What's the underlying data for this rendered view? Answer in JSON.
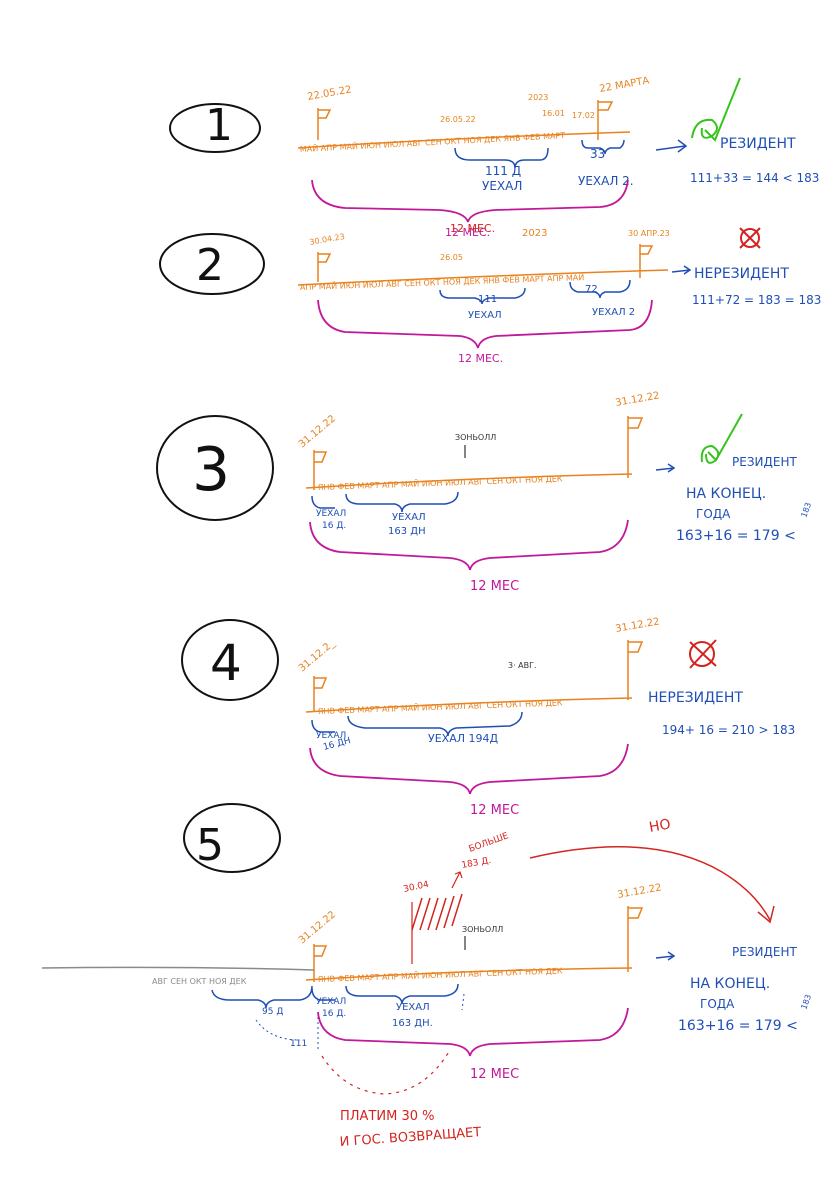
{
  "colors": {
    "orange": "#e8821e",
    "blue": "#1f4fb4",
    "pink": "#c2189a",
    "green": "#35c41c",
    "red": "#d4241f",
    "black": "#111111",
    "grey": "#8a8a8a"
  },
  "scenarios": [
    {
      "number": "1",
      "start_date": "22.05.22",
      "end_date": "22 МАРТА",
      "mid_date_1": "26.05.22",
      "year_label": "2023",
      "mid_date_2": "16.01",
      "mid_date_3": "17.02",
      "months": "МАЙ АПР МАЙ ИЮН ИЮЛ АВГ СЕН ОКТ НОЯ ДЕК ЯНВ ФЕВ МАРТ",
      "absence_1_days": "111 Д",
      "absence_1_label": "УЕХАЛ",
      "absence_2_days": "33",
      "absence_2_label": "УЕХАЛ 2.",
      "period_label": "12 МЕС.",
      "status_mark": "✓",
      "status": "РЕЗИДЕНТ",
      "calc": "111+33 = 144 < 183"
    },
    {
      "number": "2",
      "start_date": "30.04.23",
      "end_date": "30 АПР.23",
      "mid_date_1": "26.05",
      "year_label": "2023",
      "months": "АПР МАЙ ИЮН ИЮЛ АВГ СЕН ОКТ НОЯ ДЕК ЯНВ ФЕВ МАРТ АПР МАЙ",
      "absence_1_days": "111",
      "absence_1_label": "УЕХАЛ",
      "absence_2_days": "72",
      "absence_2_label": "УЕХАЛ 2",
      "period_label_top": "12 МЕС.",
      "period_label": "12 МЕС.",
      "status_mark": "⊗",
      "status": "НЕРЕЗИДЕНТ",
      "calc": "111+72 = 183 = 183"
    },
    {
      "number": "3",
      "start_date": "31.12.22",
      "end_date": "31.12.22",
      "mid_label": "ЗОНЬОЛЛ",
      "months": "ЯНВ ФЕВ МАРТ АПР МАЙ ИЮН ИЮЛ АВГ СЕН ОКТ НОЯ ДЕК",
      "absence_1_days": "16 Д.",
      "absence_1_label": "УЕХАЛ",
      "absence_2_days": "163 ДН",
      "absence_2_label": "УЕХАЛ",
      "period_label": "12 МЕС",
      "status_mark": "✓",
      "status_line_1": "РЕЗИДЕНТ",
      "status_line_2": "НА КОНЕЦ.",
      "status_line_3": "ГОДА",
      "calc": "163+16 = 179 <",
      "calc_note": "183"
    },
    {
      "number": "4",
      "start_date": "31.12.2_",
      "end_date": "31.12.22",
      "mid_label": "3· АВГ.",
      "months": "ЯНВ ФЕВ МАРТ АПР МАЙ ИЮН ИЮЛ АВГ СЕН ОКТ НОЯ ДЕК",
      "absence_1_days": "16 ДН",
      "absence_1_label": "УЕХАЛ",
      "absence_2_label": "УЕХАЛ 194Д",
      "period_label": "12 МЕС",
      "status_mark": "⊗",
      "status": "НЕРЕЗИДЕНТ",
      "calc": "194+ 16 = 210 > 183"
    },
    {
      "number": "5",
      "start_date": "31.12.22",
      "end_date": "31.12.22",
      "date_3004": "30.04",
      "more_label": "БОЛЬШЕ",
      "more_days": "183 Д.",
      "mid_label": "ЗОНЬОЛЛ",
      "no_label": "НО",
      "prev_months": "АВГ СЕН ОКТ НОЯ ДЕК",
      "months": "ЯНВ ФЕВ МАРТ АПР МАЙ ИЮН ИЮЛ АВГ СЕН ОКТ НОЯ ДЕК",
      "prev_days": "95 Д",
      "prev_total": "111",
      "absence_1_days": "16 Д.",
      "absence_1_label": "УЕХАЛ",
      "absence_2_days": "163 ДН.",
      "absence_2_label": "УЕХАЛ",
      "period_label": "12 МЕС",
      "status_line_1": "РЕЗИДЕНТ",
      "status_line_2": "НА КОНЕЦ.",
      "status_line_3": "ГОДА",
      "calc": "163+16 = 179 <",
      "calc_note": "183",
      "pay_line_1": "ПЛАТИМ 30 %",
      "pay_line_2": "И ГОС. ВОЗВРАЩАЕТ"
    }
  ]
}
